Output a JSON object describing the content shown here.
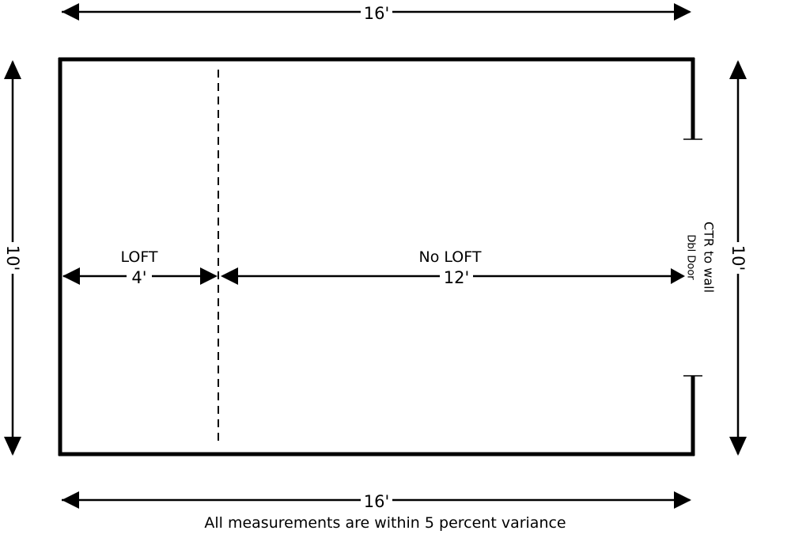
{
  "dimensions": {
    "top_width": "16'",
    "bottom_width": "16'",
    "left_height": "10'",
    "right_height": "10'"
  },
  "sections": {
    "loft_label": "LOFT",
    "loft_length": "4'",
    "no_loft_label": "No LOFT",
    "no_loft_length": "12'"
  },
  "door": {
    "line1": "CTR to wall",
    "line2": "Dbl Door"
  },
  "footer_note": "All measurements are within 5 percent variance"
}
